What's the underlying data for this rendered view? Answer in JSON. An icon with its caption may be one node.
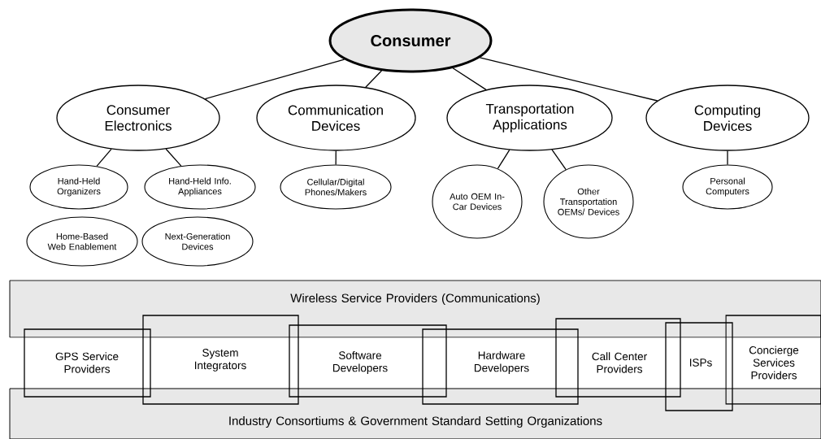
{
  "diagram": {
    "nodes": [
      {
        "text": [
          "Consumer"
        ]
      },
      {
        "text": [
          "Consumer Electronics"
        ]
      },
      {
        "text": [
          "Communication Devices"
        ]
      },
      {
        "text": [
          "Transportation Applications"
        ]
      },
      {
        "text": [
          "Computing Devices"
        ]
      },
      {
        "text": [
          "Hand-Held Organizers"
        ]
      },
      {
        "text": [
          "Hand-Held Info. Appliances"
        ]
      },
      {
        "text": [
          "Home-Based Web Enablement"
        ]
      },
      {
        "text": [
          "Next-Generation Devices"
        ]
      },
      {
        "text": [
          "Cellular/Digital Phones/Makers"
        ]
      },
      {
        "text": [
          "Auto OEM In-Car Devices"
        ]
      },
      {
        "text": [
          "Other Transportation OEMs/ Devices"
        ]
      },
      {
        "text": [
          "Personal Computers"
        ]
      },
      {
        "text": [
          "Wireless Service Providers (Communications)"
        ]
      },
      {
        "text": [
          "Industry Consortiums & Government Standard Setting Organizations"
        ]
      },
      {
        "text": [
          "GPS Service Providers"
        ]
      },
      {
        "text": [
          "System Integrators"
        ]
      },
      {
        "text": [
          "Software Developers"
        ]
      },
      {
        "text": [
          "Hardware Developers"
        ]
      },
      {
        "text": [
          "Call Center Providers"
        ]
      },
      {
        "text": [
          "ISPs"
        ]
      },
      {
        "text": [
          "Concierge Services Providers"
        ]
      }
    ],
    "edges": [
      {
        "from": 0,
        "to": 1,
        "arrow": "none"
      },
      {
        "from": 0,
        "to": 2,
        "arrow": "none"
      },
      {
        "from": 0,
        "to": 3,
        "arrow": "none"
      },
      {
        "from": 0,
        "to": 4,
        "arrow": "none"
      },
      {
        "from": 1,
        "to": 5,
        "arrow": "none"
      },
      {
        "from": 1,
        "to": 6,
        "arrow": "none"
      },
      {
        "from": 2,
        "to": 9,
        "arrow": "none"
      },
      {
        "from": 3,
        "to": 10,
        "arrow": "none"
      },
      {
        "from": 3,
        "to": 11,
        "arrow": "none"
      },
      {
        "from": 4,
        "to": 12,
        "arrow": "none"
      }
    ]
  }
}
